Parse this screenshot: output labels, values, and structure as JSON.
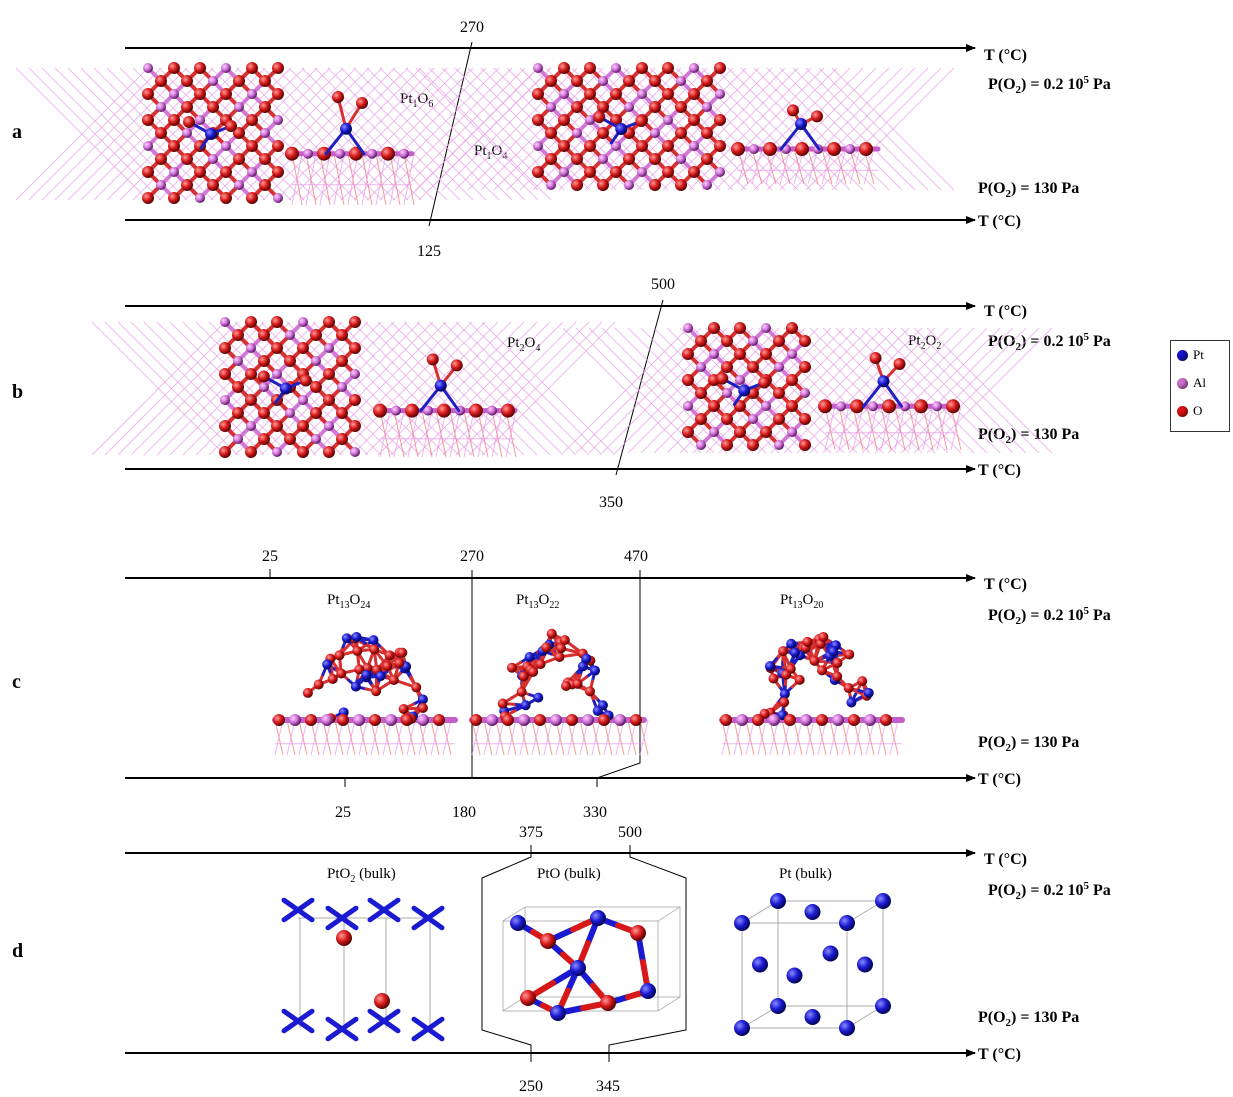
{
  "panels": [
    {
      "letter": "a",
      "axis_label": "T (°C)",
      "high_p": "P(O2) = 0.2 10^5 Pa",
      "low_p": "P(O2) = 130 Pa",
      "top_ticks": [
        "270"
      ],
      "bottom_ticks": [
        "125"
      ],
      "phases": [
        {
          "base": "Pt",
          "sub1": "1",
          "mid": "O",
          "sub2": "6",
          "suffix": ""
        },
        {
          "base": "Pt",
          "sub1": "1",
          "mid": "O",
          "sub2": "4",
          "suffix": ""
        }
      ]
    },
    {
      "letter": "b",
      "axis_label": "T (°C)",
      "high_p": "P(O2) = 0.2 10^5 Pa",
      "low_p": "P(O2) = 130 Pa",
      "top_ticks": [
        "500"
      ],
      "bottom_ticks": [
        "350"
      ],
      "phases": [
        {
          "base": "Pt",
          "sub1": "2",
          "mid": "O",
          "sub2": "4",
          "suffix": ""
        },
        {
          "base": "Pt",
          "sub1": "2",
          "mid": "O",
          "sub2": "2",
          "suffix": ""
        }
      ]
    },
    {
      "letter": "c",
      "axis_label": "T (°C)",
      "high_p": "P(O2) = 0.2 10^5 Pa",
      "low_p": "P(O2) = 130 Pa",
      "top_ticks": [
        "25",
        "270",
        "470"
      ],
      "bottom_ticks": [
        "25",
        "180",
        "330"
      ],
      "phases": [
        {
          "base": "Pt",
          "sub1": "13",
          "mid": "O",
          "sub2": "24",
          "suffix": ""
        },
        {
          "base": "Pt",
          "sub1": "13",
          "mid": "O",
          "sub2": "22",
          "suffix": ""
        },
        {
          "base": "Pt",
          "sub1": "13",
          "mid": "O",
          "sub2": "20",
          "suffix": ""
        }
      ]
    },
    {
      "letter": "d",
      "axis_label": "T (°C)",
      "high_p": "P(O2) = 0.2 10^5 Pa",
      "low_p": "P(O2) = 130 Pa",
      "top_ticks": [
        "375",
        "500"
      ],
      "bottom_ticks": [
        "250",
        "345"
      ],
      "phases": [
        {
          "base": "PtO",
          "sub1": "2",
          "mid": "",
          "sub2": "",
          "suffix": " (bulk)"
        },
        {
          "base": "PtO (bulk)",
          "sub1": "",
          "mid": "",
          "sub2": "",
          "suffix": ""
        },
        {
          "base": "Pt (bulk)",
          "sub1": "",
          "mid": "",
          "sub2": "",
          "suffix": ""
        }
      ]
    }
  ],
  "legend": [
    {
      "label": "Pt",
      "color": "#1414c8"
    },
    {
      "label": "Al",
      "color": "#d070d0"
    },
    {
      "label": "O",
      "color": "#dd1111"
    }
  ],
  "colors": {
    "pt": "#1a1ad0",
    "al": "#cc6fd4",
    "o": "#d61818",
    "bond_al": "#e38ae6",
    "bond_o": "#e04040"
  }
}
